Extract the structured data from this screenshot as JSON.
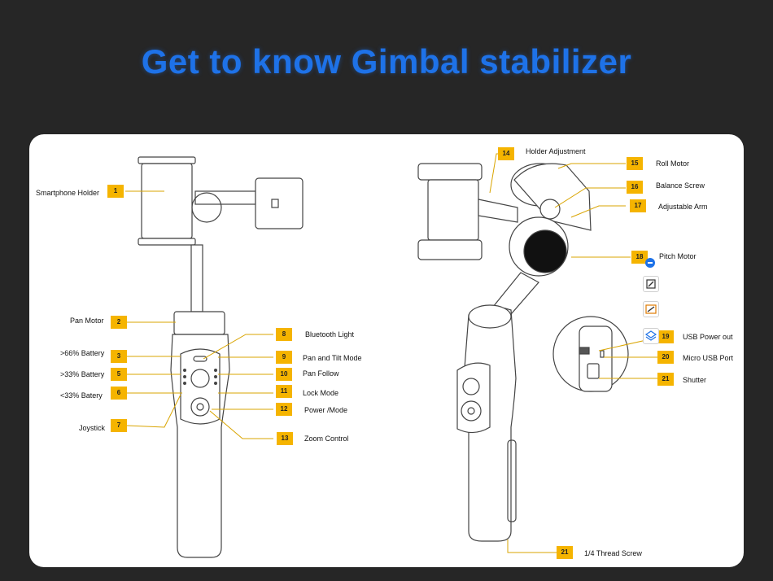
{
  "title": "Get to know Gimbal stabilizer",
  "callouts": [
    {
      "n": "1",
      "label": "Smartphone Holder"
    },
    {
      "n": "2",
      "label": "Pan Motor"
    },
    {
      "n": "3",
      "label": ">66% Battery"
    },
    {
      "n": "5",
      "label": ">33% Battery"
    },
    {
      "n": "6",
      "label": "<33% Batery"
    },
    {
      "n": "7",
      "label": "Joystick"
    },
    {
      "n": "8",
      "label": "Bluetooth Light"
    },
    {
      "n": "9",
      "label": "Pan and Tilt Mode"
    },
    {
      "n": "10",
      "label": "Pan Follow"
    },
    {
      "n": "11",
      "label": "Lock Mode"
    },
    {
      "n": "12",
      "label": "Power /Mode"
    },
    {
      "n": "13",
      "label": "Zoom Control"
    },
    {
      "n": "14",
      "label": "Holder Adjustment"
    },
    {
      "n": "15",
      "label": "Roll Motor"
    },
    {
      "n": "16",
      "label": "Balance Screw"
    },
    {
      "n": "17",
      "label": "Adjustable Arm"
    },
    {
      "n": "18",
      "label": "Pitch Motor"
    },
    {
      "n": "19",
      "label": "USB Power out"
    },
    {
      "n": "20",
      "label": "Micro USB Port"
    },
    {
      "n": "21",
      "label": "Shutter"
    },
    {
      "n": "21",
      "label": "1/4 Thread Screw"
    }
  ],
  "icons": {
    "remove": "minus-circle-icon",
    "edit": "edit-icon",
    "image_edit": "image-edit-icon",
    "layers": "layers-icon"
  },
  "colors": {
    "background": "#262626",
    "title": "#1e72e8",
    "badge": "#f5b400",
    "leader": "#d9a400"
  }
}
